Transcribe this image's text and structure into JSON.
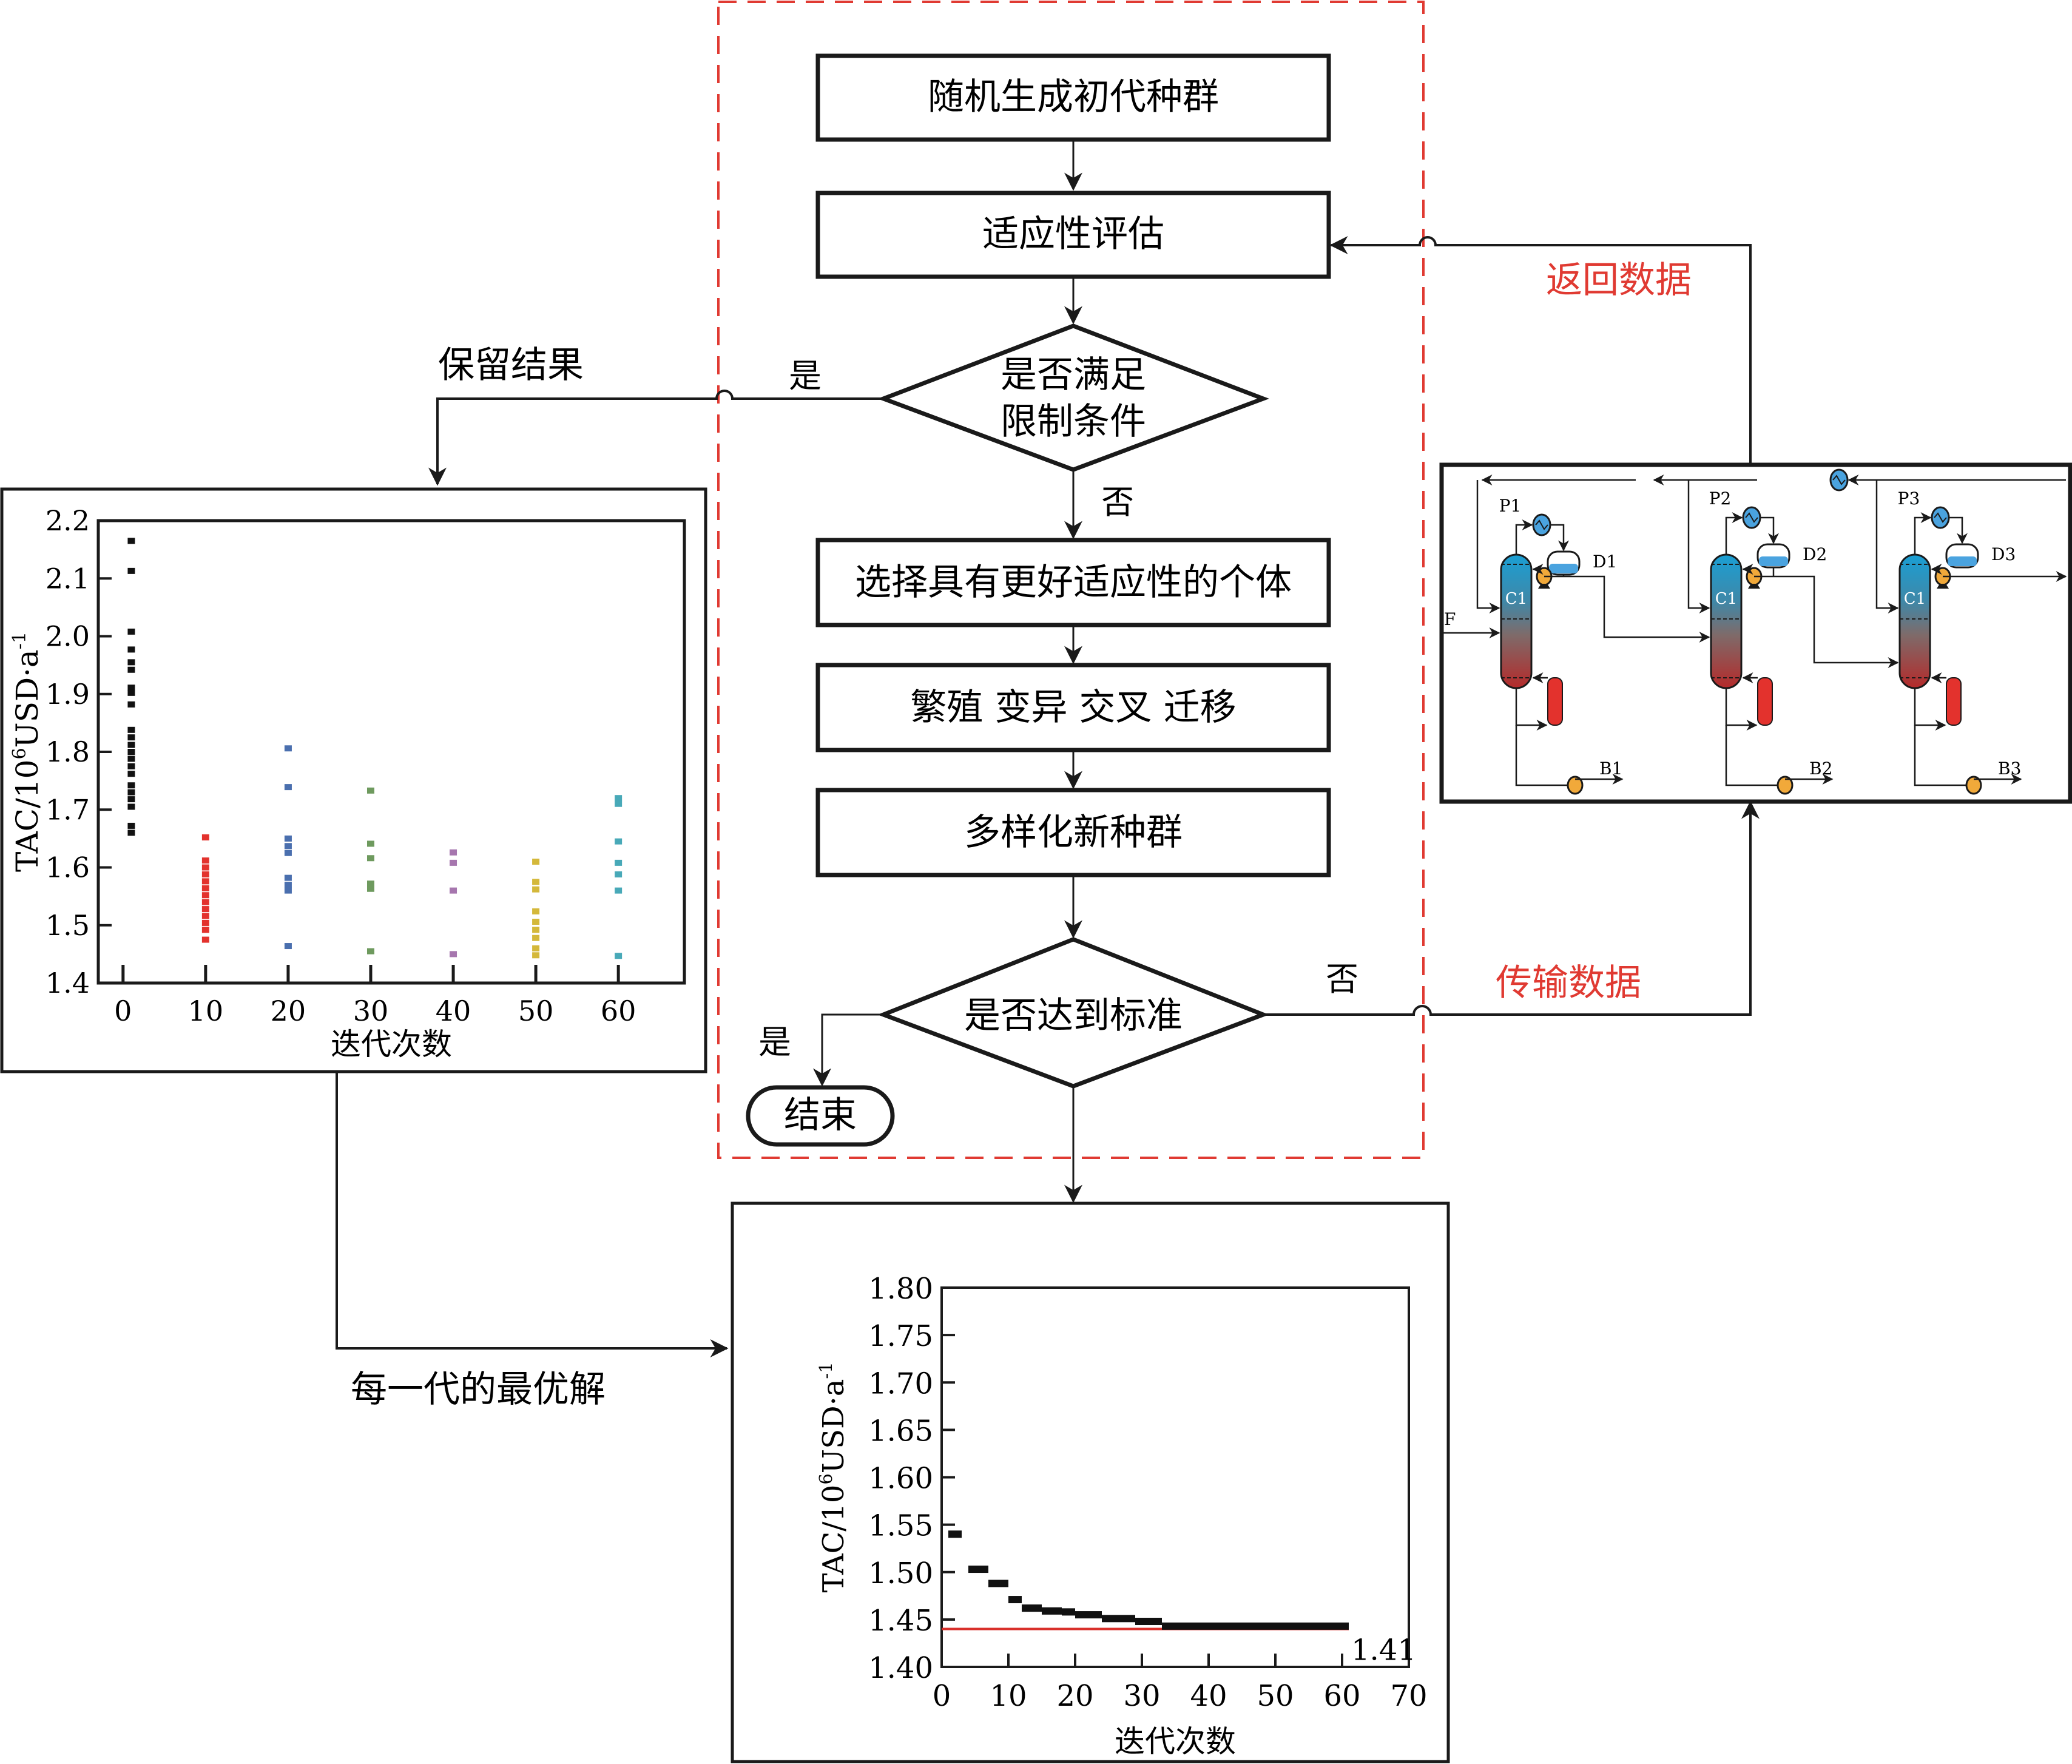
{
  "flowchart": {
    "steps": [
      {
        "id": "init",
        "label": "随机生成初代种群"
      },
      {
        "id": "fitness",
        "label": "适应性评估"
      },
      {
        "id": "constraint",
        "label": "是否满足\n限制条件",
        "lines": [
          "是否满足",
          "限制条件"
        ]
      },
      {
        "id": "select",
        "label": "选择具有更好适应性的个体"
      },
      {
        "id": "operators",
        "label": "繁殖 变异 交叉 迁移"
      },
      {
        "id": "newpop",
        "label": "多样化新种群"
      },
      {
        "id": "criterion",
        "label": "是否达到标准"
      },
      {
        "id": "end",
        "label": "结束"
      }
    ],
    "branch_labels": {
      "constraint_yes": "是",
      "constraint_no": "否",
      "criterion_yes": "是",
      "criterion_no": "否"
    },
    "side_labels": {
      "keep_results": "保留结果",
      "return_data": "返回数据",
      "transfer_data": "传输数据",
      "best_per_generation": "每一代的最优解"
    },
    "colors": {
      "dashed_frame": "#e03a32",
      "red_label": "#e03a32",
      "line": "#1a1a1a"
    }
  },
  "process": {
    "feed_label": "F",
    "columns": [
      {
        "column": "C1",
        "condenser": "P1",
        "distillate": "D1",
        "bottoms": "B1"
      },
      {
        "column": "C1",
        "condenser": "P2",
        "distillate": "D2",
        "bottoms": "B2"
      },
      {
        "column": "C1",
        "condenser": "P3",
        "distillate": "D3",
        "bottoms": "B3"
      }
    ],
    "colors": {
      "column_top": "#1a9fd4",
      "column_bottom": "#b52a2a",
      "heat_exchanger": "#4aa3df",
      "drum_liquid": "#4aa3df",
      "pump": "#f1a93a",
      "reboiler": "#e3322d"
    }
  },
  "chart_data": [
    {
      "type": "scatter",
      "title": "",
      "xlabel": "迭代次数",
      "ylabel": "TAC/10⁶USD·a⁻¹",
      "ylabel_parts": {
        "base": "TAC/10",
        "sup1": "6",
        "mid": "USD·a",
        "sup2": "-1"
      },
      "xlim": [
        -3,
        68
      ],
      "ylim": [
        1.4,
        2.2
      ],
      "xticks": [
        0,
        10,
        20,
        30,
        40,
        50,
        60
      ],
      "xtick_labels": [
        "0",
        "10",
        "20",
        "30",
        "40",
        "50",
        "60"
      ],
      "yticks": [
        1.4,
        1.5,
        1.6,
        1.7,
        1.8,
        1.9,
        2.0,
        2.1,
        2.2
      ],
      "ytick_labels": [
        "1.4",
        "1.5",
        "1.6",
        "1.7",
        "1.8",
        "1.9",
        "2.0",
        "2.1",
        "2.2"
      ],
      "grid": false,
      "series": [
        {
          "name": "gen-0",
          "x": 1,
          "color": "#111111",
          "values": [
            2.165,
            2.113,
            2.008,
            1.977,
            1.955,
            1.942,
            1.911,
            1.902,
            1.882,
            1.838,
            1.825,
            1.812,
            1.8,
            1.788,
            1.775,
            1.762,
            1.742,
            1.73,
            1.718,
            1.705,
            1.672,
            1.66
          ]
        },
        {
          "name": "gen-10",
          "x": 10,
          "color": "#e3322d",
          "values": [
            1.652,
            1.612,
            1.6,
            1.588,
            1.576,
            1.564,
            1.552,
            1.54,
            1.528,
            1.516,
            1.504,
            1.492,
            1.475
          ]
        },
        {
          "name": "gen-20",
          "x": 20,
          "color": "#4a6fae",
          "values": [
            1.806,
            1.739,
            1.65,
            1.637,
            1.625,
            1.582,
            1.57,
            1.56,
            1.464
          ]
        },
        {
          "name": "gen-30",
          "x": 30,
          "color": "#6e9a5e",
          "values": [
            1.733,
            1.641,
            1.616,
            1.572,
            1.563,
            1.455
          ]
        },
        {
          "name": "gen-40",
          "x": 40,
          "color": "#a676ae",
          "values": [
            1.626,
            1.608,
            1.56,
            1.45
          ]
        },
        {
          "name": "gen-50",
          "x": 50,
          "color": "#d4b83a",
          "values": [
            1.61,
            1.575,
            1.562,
            1.524,
            1.506,
            1.492,
            1.478,
            1.46,
            1.448
          ]
        },
        {
          "name": "gen-60",
          "x": 60,
          "color": "#48a9b8",
          "values": [
            1.72,
            1.71,
            1.645,
            1.608,
            1.588,
            1.56,
            1.447
          ]
        }
      ]
    },
    {
      "type": "line",
      "title": "",
      "xlabel": "迭代次数",
      "ylabel": "TAC/10⁶USD·a⁻¹",
      "ylabel_parts": {
        "base": "TAC/10",
        "sup1": "6",
        "mid": "USD·a",
        "sup2": "-1"
      },
      "xlim": [
        0,
        70
      ],
      "ylim": [
        1.4,
        1.8
      ],
      "xticks": [
        0,
        10,
        20,
        30,
        40,
        50,
        60,
        70
      ],
      "xtick_labels": [
        "0",
        "10",
        "20",
        "30",
        "40",
        "50",
        "60",
        "70"
      ],
      "yticks": [
        1.4,
        1.45,
        1.5,
        1.55,
        1.6,
        1.65,
        1.7,
        1.75,
        1.8
      ],
      "ytick_labels": [
        "1.40",
        "1.45",
        "1.50",
        "1.55",
        "1.60",
        "1.65",
        "1.70",
        "1.75",
        "1.80"
      ],
      "grid": false,
      "series": [
        {
          "name": "best-TAC-per-generation",
          "color": "#111111",
          "steps": [
            {
              "x0": 1,
              "x1": 3,
              "y": 1.54
            },
            {
              "x0": 4,
              "x1": 7,
              "y": 1.503
            },
            {
              "x0": 7,
              "x1": 10,
              "y": 1.488
            },
            {
              "x0": 10,
              "x1": 12,
              "y": 1.471
            },
            {
              "x0": 12,
              "x1": 15,
              "y": 1.462
            },
            {
              "x0": 15,
              "x1": 18,
              "y": 1.459
            },
            {
              "x0": 18,
              "x1": 20,
              "y": 1.458
            },
            {
              "x0": 20,
              "x1": 24,
              "y": 1.455
            },
            {
              "x0": 24,
              "x1": 29,
              "y": 1.451
            },
            {
              "x0": 29,
              "x1": 33,
              "y": 1.448
            },
            {
              "x0": 33,
              "x1": 61,
              "y": 1.443
            }
          ]
        },
        {
          "name": "reference",
          "color": "#d9302b",
          "x": [
            0,
            61
          ],
          "values": [
            1.44,
            1.44
          ]
        }
      ],
      "annotations": [
        {
          "text": "1.41",
          "x": 61,
          "y": 1.41
        }
      ]
    }
  ]
}
